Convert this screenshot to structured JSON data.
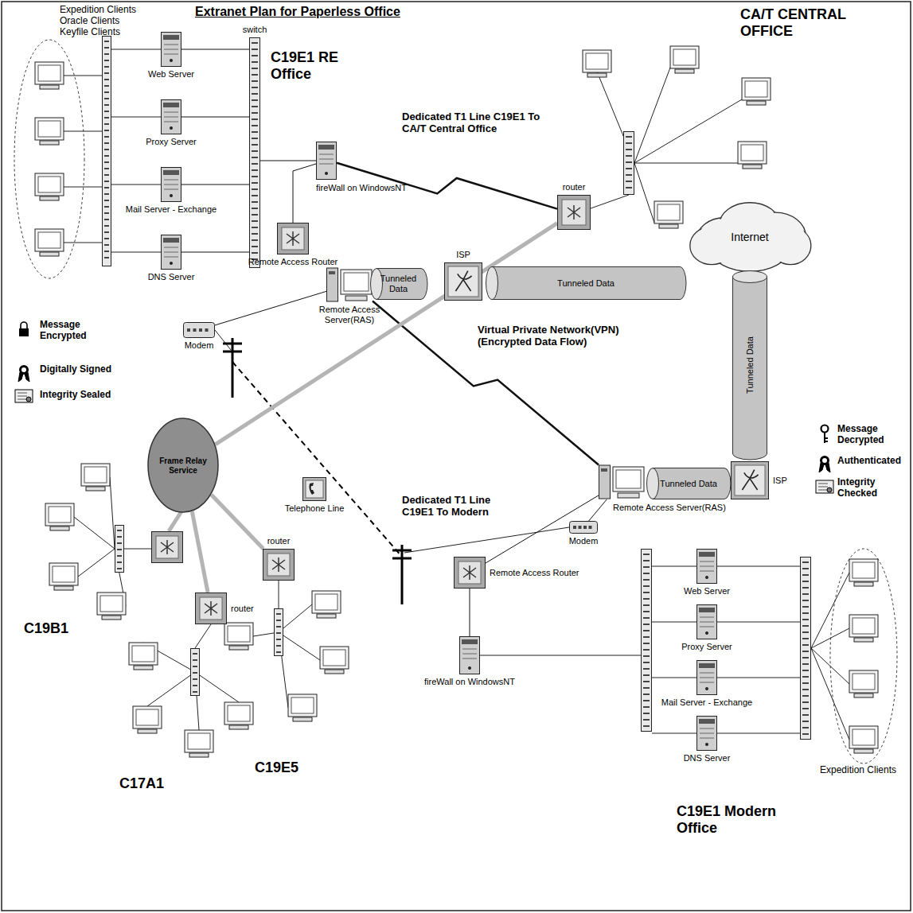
{
  "diagram": {
    "title": "Extranet Plan for Paperless Office",
    "nodes": [
      {
        "text": [
          "Web Server"
        ]
      },
      {
        "text": [
          "Proxy Server"
        ]
      },
      {
        "text": [
          "Mail Server - Exchange"
        ]
      },
      {
        "text": [
          "DNS Server"
        ]
      },
      {
        "text": [
          "switch"
        ]
      },
      {
        "text": [
          "fireWall on WindowsNT"
        ]
      },
      {
        "text": [
          "Remote Access Router"
        ]
      },
      {
        "text": [
          "Remote Access Server(RAS)"
        ]
      },
      {
        "text": [
          "Tunneled Data"
        ]
      },
      {
        "text": [
          "ISP"
        ]
      },
      {
        "text": [
          "Tunneled Data"
        ]
      },
      {
        "text": [
          "Internet"
        ]
      },
      {
        "text": [
          "router"
        ]
      },
      {
        "text": [
          "Modem"
        ]
      },
      {
        "text": [
          "Tunneled Data"
        ]
      },
      {
        "text": [
          "Frame Relay Service"
        ]
      },
      {
        "text": [
          "Telephone Line"
        ]
      },
      {
        "text": [
          "Remote Access Server(RAS)"
        ]
      },
      {
        "text": [
          "Tunneled Data"
        ]
      },
      {
        "text": [
          "ISP"
        ]
      },
      {
        "text": [
          "Modem"
        ]
      },
      {
        "text": [
          "router"
        ]
      },
      {
        "text": [
          "router"
        ]
      },
      {
        "text": [
          "Remote Access Router"
        ]
      },
      {
        "text": [
          "fireWall on WindowsNT"
        ]
      },
      {
        "text": [
          "Web Server"
        ]
      },
      {
        "text": [
          "Proxy Server"
        ]
      },
      {
        "text": [
          "Mail Server - Exchange"
        ]
      },
      {
        "text": [
          "DNS Server"
        ]
      }
    ],
    "edges": [
      {
        "from": 0,
        "to": 4,
        "arrow": "none"
      },
      {
        "from": 1,
        "to": 4,
        "arrow": "none"
      },
      {
        "from": 2,
        "to": 4,
        "arrow": "none"
      },
      {
        "from": 3,
        "to": 4,
        "arrow": "none"
      },
      {
        "from": 4,
        "to": 5,
        "arrow": "none"
      },
      {
        "from": 5,
        "to": 6,
        "arrow": "none"
      },
      {
        "from": 5,
        "to": 12,
        "arrow": "none"
      },
      {
        "from": 7,
        "to": 13,
        "arrow": "none"
      },
      {
        "from": 7,
        "to": 17,
        "arrow": "none"
      },
      {
        "from": 12,
        "to": 15,
        "arrow": "none"
      },
      {
        "from": 15,
        "to": 21,
        "arrow": "none"
      },
      {
        "from": 15,
        "to": 22,
        "arrow": "none"
      },
      {
        "from": 17,
        "to": 20,
        "arrow": "none"
      },
      {
        "from": 17,
        "to": 23,
        "arrow": "none"
      },
      {
        "from": 23,
        "to": 24,
        "arrow": "none"
      }
    ],
    "labels": [
      "Expedition Clients Oracle Clients Keyfile Clients",
      "C19E1 RE Office",
      "CA/T CENTRAL OFFICE",
      "Dedicated T1 Line C19E1 To CA/T Central Office",
      "Virtual Private Network(VPN) (Encrypted Data Flow)",
      "Dedicated T1 Line C19E1 To Modern",
      "C19B1",
      "C17A1",
      "C19E5",
      "C19E1 Modern Office",
      "Expedition Clients"
    ],
    "legend": [
      {
        "text": "Message Encrypted"
      },
      {
        "text": "Digitally Signed"
      },
      {
        "text": "Integrity Sealed"
      },
      {
        "text": "Message Decrypted"
      },
      {
        "text": "Authenticated"
      },
      {
        "text": "Integrity Checked"
      }
    ]
  }
}
